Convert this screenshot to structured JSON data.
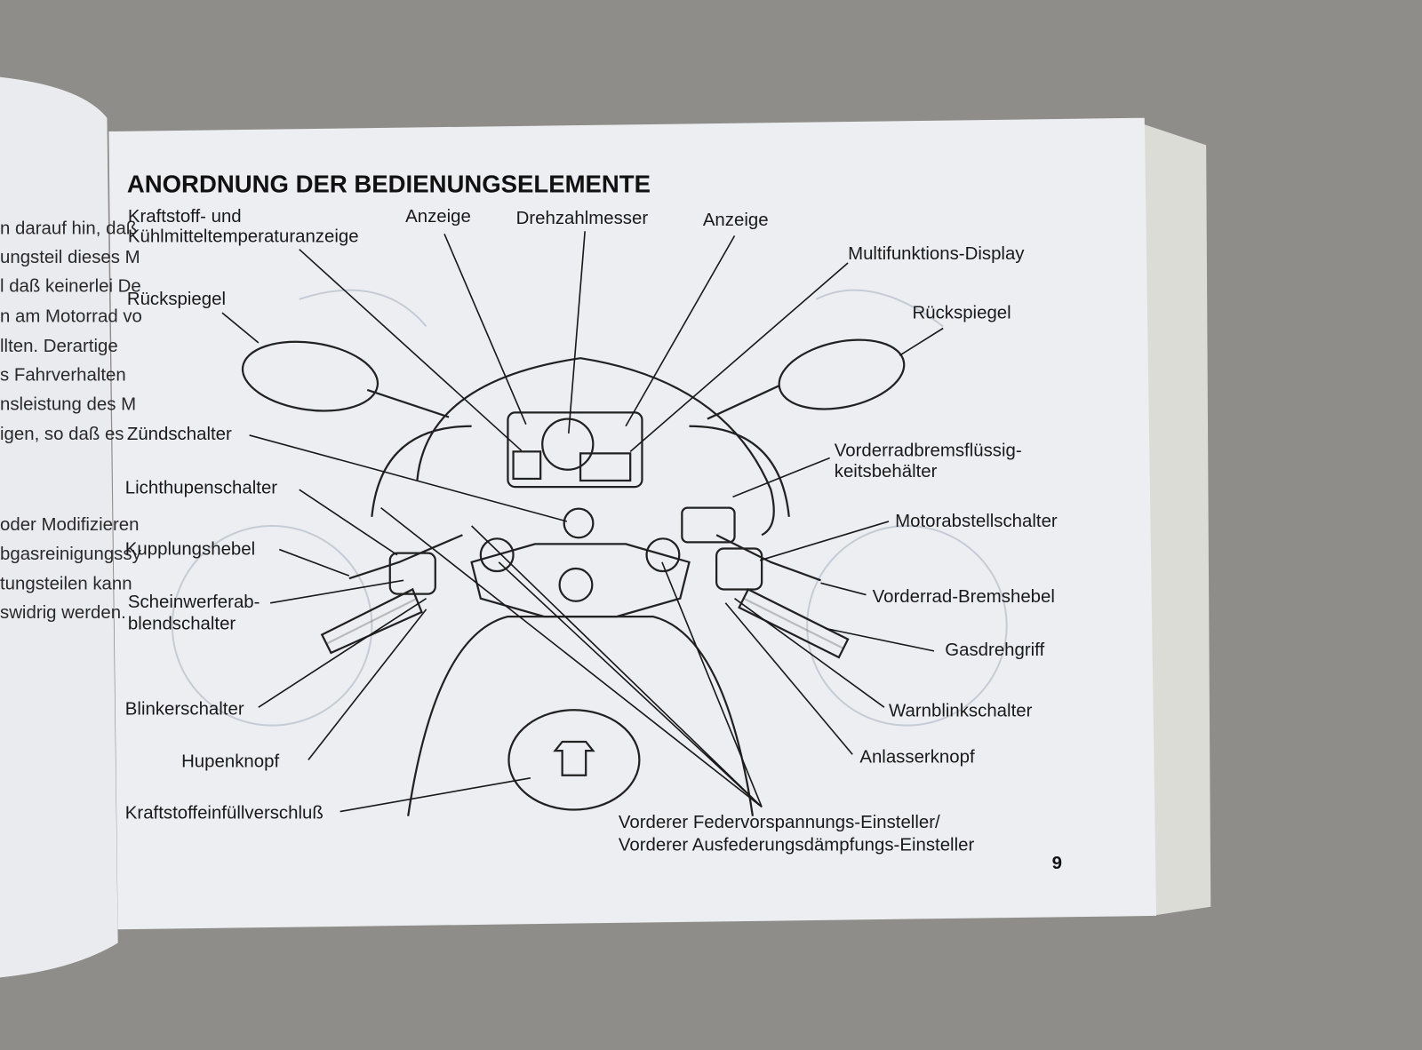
{
  "left_page": {
    "lines": [
      "n darauf hin, daß",
      "ungsteil dieses M",
      "l daß keinerlei De",
      "n am Motorrad vo",
      "llten. Derartige",
      "s Fahrverhalten",
      "nsleistung des M",
      "igen, so daß es",
      "",
      "oder Modifizieren",
      "bgasreinigungssy",
      "tungsteilen kann",
      "swidrig werden."
    ]
  },
  "right_page": {
    "title": "ANORDNUNG DER BEDIENUNGSELEMENTE",
    "page_number": "9",
    "labels": {
      "fuel_temp_1": "Kraftstoff- und",
      "fuel_temp_2": "Kühlmitteltemperaturanzeige",
      "indicator_left": "Anzeige",
      "tachometer": "Drehzahlmesser",
      "indicator_right": "Anzeige",
      "multi_display": "Multifunktions-Display",
      "mirror_left": "Rückspiegel",
      "mirror_right": "Rückspiegel",
      "ignition": "Zündschalter",
      "brake_fluid_1": "Vorderradbremsflüssig-",
      "brake_fluid_2": "keitsbehälter",
      "passing_switch": "Lichthupenschalter",
      "engine_stop": "Motorabstellschalter",
      "clutch": "Kupplungshebel",
      "dimmer_1": "Scheinwerferab-",
      "dimmer_2": "blendschalter",
      "front_brake": "Vorderrad-Bremshebel",
      "throttle": "Gasdrehgriff",
      "turn_signal": "Blinkerschalter",
      "hazard": "Warnblinkschalter",
      "horn": "Hupenknopf",
      "starter": "Anlasserknopf",
      "fuel_cap": "Kraftstoffeinfüllverschluß",
      "suspension_1": "Vorderer Federvorspannungs-Einsteller/",
      "suspension_2": "Vorderer Ausfederungsdämpfungs-Einsteller"
    }
  }
}
